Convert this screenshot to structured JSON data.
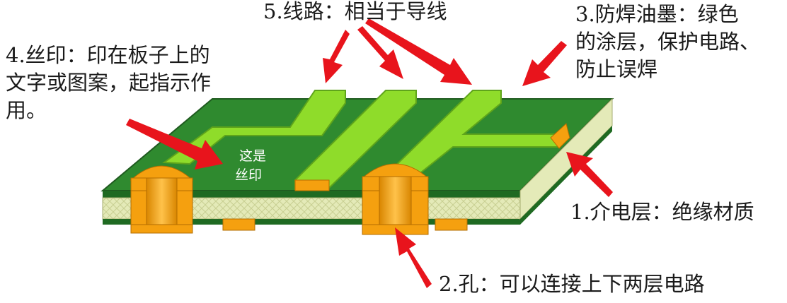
{
  "labels": {
    "trace": "5.线路：相当于导线",
    "solder_mask_1": "3.防焊油墨：绿色",
    "solder_mask_2": "的涂层，保护电路、",
    "solder_mask_3": "防止误焊",
    "silkscreen_1": "4.丝印：印在板子上的",
    "silkscreen_2": "文字或图案，起指示作",
    "silkscreen_3": "用。",
    "dielectric": "1.介电层：绝缘材质",
    "hole": "2.孔：可以连接上下两层电路"
  },
  "silkscreen_text": {
    "line1": "这是",
    "line2": "丝印"
  },
  "colors": {
    "board_top": "#2f8a2f",
    "board_dark": "#1f6a22",
    "board_side": "#e4eab8",
    "trace": "#8fdc2a",
    "trace_dark": "#5fa41b",
    "copper": "#f5a00f",
    "copper_dark": "#d98600",
    "arrow": "#e8141c"
  }
}
